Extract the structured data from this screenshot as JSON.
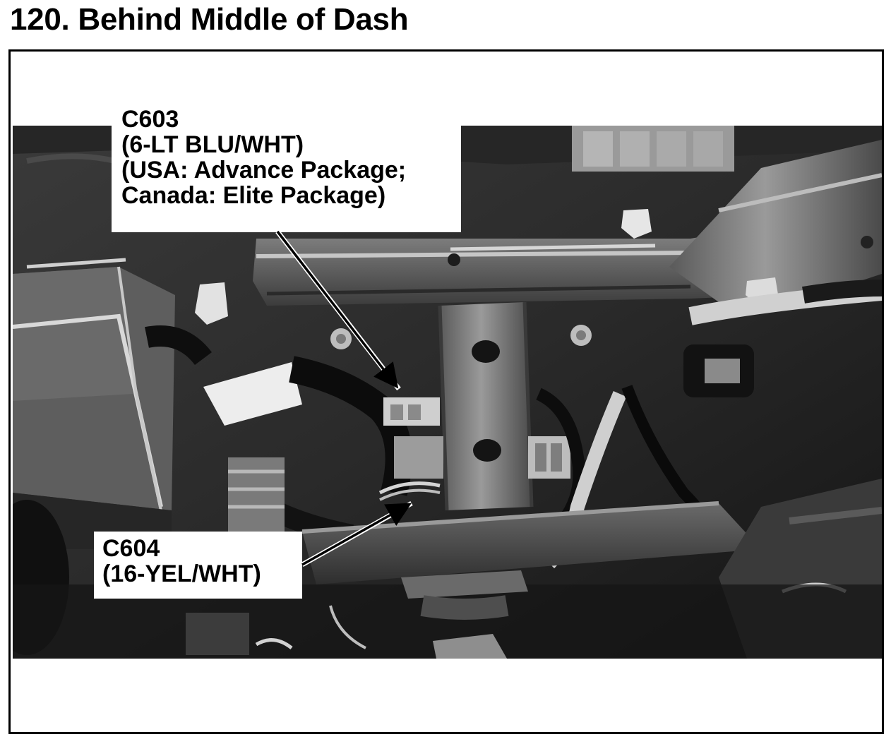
{
  "title": "120. Behind Middle of Dash",
  "callouts": {
    "c603": {
      "lines": [
        "C603",
        "(6-LT BLU/WHT)",
        "(USA: Advance Package;",
        "Canada: Elite Package)"
      ]
    },
    "c604": {
      "lines": [
        "C604",
        "(16-YEL/WHT)"
      ]
    }
  },
  "colors": {
    "text": "#000000",
    "background": "#ffffff",
    "photo_dark": "#1a1a1a",
    "photo_mid": "#6e6e6e",
    "photo_light": "#cfcfcf"
  }
}
